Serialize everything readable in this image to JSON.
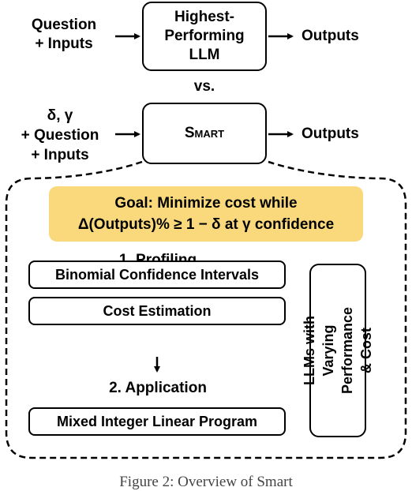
{
  "top_row": {
    "input_label": "Question\n+ Inputs",
    "model_box": "Highest-\nPerforming\nLLM",
    "output_label": "Outputs"
  },
  "vs_label": "vs.",
  "smart_row": {
    "params_label": "δ, γ\n+ Question\n+ Inputs",
    "smart_box": "Smart",
    "output_label": "Outputs"
  },
  "goal": {
    "line1": "Goal: Minimize cost while",
    "line2": "Δ(Outputs)%  ≥ 1 − δ at γ confidence"
  },
  "profiling": {
    "heading": "1. Profiling",
    "step1": "Binomial Confidence Intervals",
    "step2": "Cost Estimation"
  },
  "application": {
    "heading": "2. Application",
    "step1": "Mixed Integer Linear Program"
  },
  "llm_pool": "LLMs with Varying\nPerformance & Cost",
  "caption": "Figure 2: Overview of Smart"
}
